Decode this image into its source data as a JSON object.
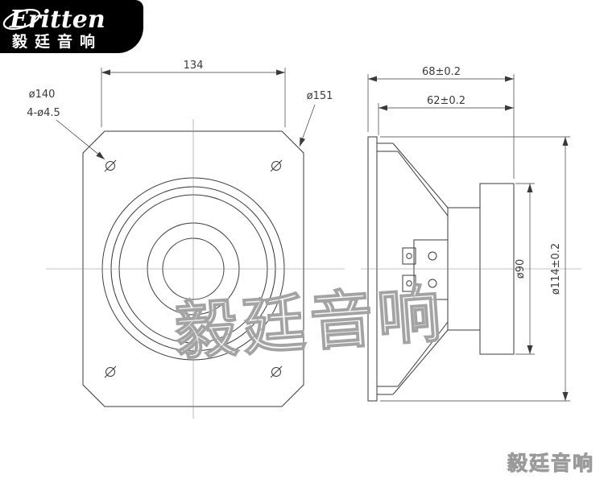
{
  "logo": {
    "brand": "Eritten",
    "chinese": "毅廷音响"
  },
  "watermark": {
    "large": "毅廷音响",
    "small": "毅廷音响"
  },
  "front_view": {
    "dim_width": "134",
    "bolt_circle": "ø140",
    "mount_holes": "4-ø4.5",
    "outer_diameter": "ø151"
  },
  "side_view": {
    "total_depth": "68±0.2",
    "frame_depth": "62±0.2",
    "magnet_diameter": "ø90",
    "overall_diameter": "ø114±0.2"
  },
  "colors": {
    "line": "#3a3a3a",
    "centerline": "#8a8a8a",
    "watermark": "#a3a3a3",
    "logo_background": "#000000",
    "logo_text": "#ffffff"
  }
}
